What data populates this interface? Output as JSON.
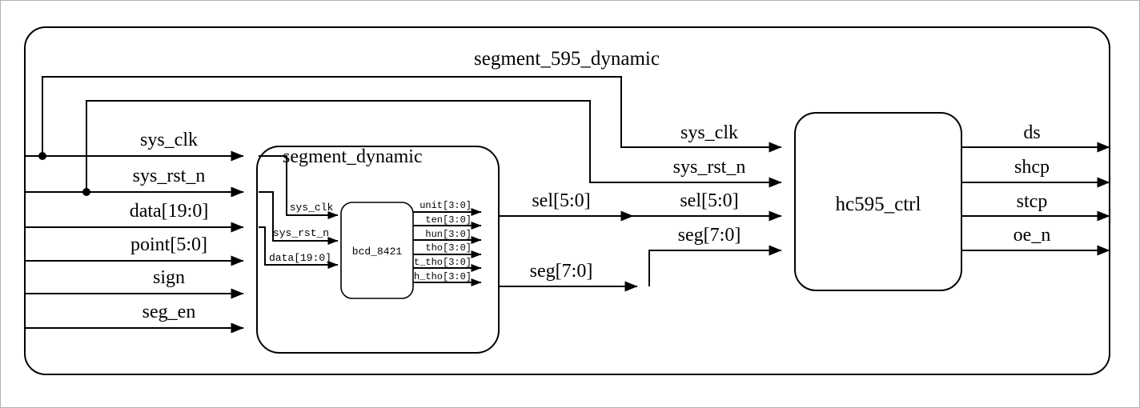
{
  "diagram": {
    "title": "segment_595_dynamic",
    "type": "rtl-block-diagram",
    "background_color": "#ffffff",
    "line_color": "#000000",
    "frame_color": "#b0b0b0"
  },
  "top_module": {
    "name": "segment_595_dynamic",
    "inputs": [
      {
        "name": "sys_clk"
      },
      {
        "name": "sys_rst_n"
      },
      {
        "name": "data[19:0]"
      },
      {
        "name": "point[5:0]"
      },
      {
        "name": "sign"
      },
      {
        "name": "seg_en"
      }
    ],
    "outputs": [
      {
        "name": "ds"
      },
      {
        "name": "shcp"
      },
      {
        "name": "stcp"
      },
      {
        "name": "oe_n"
      }
    ]
  },
  "submodules": [
    {
      "id": "segment_dynamic",
      "name": "segment_dynamic",
      "outputs": [
        {
          "name": "sel[5:0]"
        },
        {
          "name": "seg[7:0]"
        }
      ]
    },
    {
      "id": "hc595_ctrl",
      "name": "hc595_ctrl",
      "inputs": [
        {
          "name": "sys_clk"
        },
        {
          "name": "sys_rst_n"
        },
        {
          "name": "sel[5:0]"
        },
        {
          "name": "seg[7:0]"
        }
      ]
    }
  ],
  "inner_module": {
    "id": "bcd_8421",
    "name": "bcd_8421",
    "inputs": [
      {
        "name": "sys_clk"
      },
      {
        "name": "sys_rst_n"
      },
      {
        "name": "data[19:0]"
      }
    ],
    "outputs": [
      {
        "name": "unit[3:0]"
      },
      {
        "name": "ten[3:0]"
      },
      {
        "name": "hun[3:0]"
      },
      {
        "name": "tho[3:0]"
      },
      {
        "name": "t_tho[3:0]"
      },
      {
        "name": "h_tho[3:0]"
      }
    ]
  }
}
